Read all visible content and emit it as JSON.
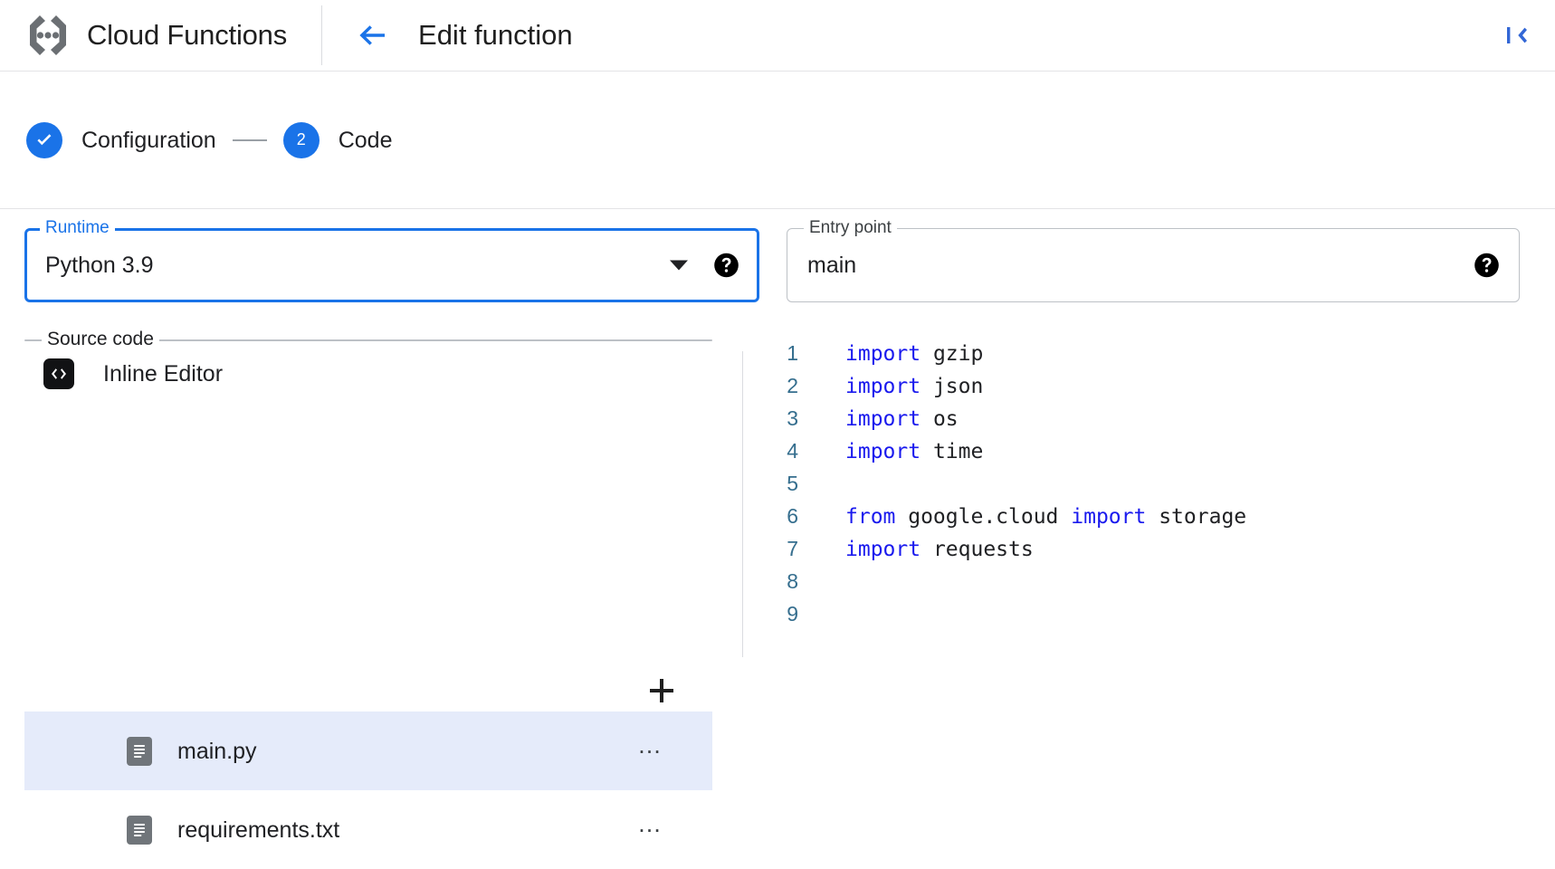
{
  "appbar": {
    "product_logo_icon": "cloud-functions-logo",
    "product_title": "Cloud Functions",
    "back_icon": "arrow-left-icon",
    "page_title": "Edit function",
    "collapse_icon": "collapse-panel-icon",
    "accent_color": "#1a73e8"
  },
  "stepper": {
    "steps": [
      {
        "marker": "✓",
        "label": "Configuration",
        "state": "complete",
        "icon": "check-icon"
      },
      {
        "marker": "2",
        "label": "Code",
        "state": "active",
        "icon": "step-number"
      }
    ],
    "connector": "—",
    "active_color": "#1a73e8"
  },
  "form": {
    "runtime": {
      "legend": "Runtime",
      "value": "Python 3.9",
      "focused": true,
      "caret_icon": "chevron-down-icon",
      "help_icon": "help-icon",
      "border_color": "#1a73e8"
    },
    "entry_point": {
      "legend": "Entry point",
      "value": "main",
      "focused": false,
      "help_icon": "help-icon",
      "border_color": "#bdc1c6"
    },
    "source_code": {
      "legend": "Source code",
      "value": "Inline Editor",
      "source_icon": "code-brackets-icon",
      "caret_icon": "chevron-down-icon"
    }
  },
  "files": {
    "add_icon": "plus-icon",
    "add_label": "+",
    "more_label": "…",
    "items": [
      {
        "name": "main.py",
        "icon": "file-document-icon",
        "selected": true,
        "more_icon": "more-horiz-icon"
      },
      {
        "name": "requirements.txt",
        "icon": "file-document-icon",
        "selected": false,
        "more_icon": "more-horiz-icon"
      }
    ],
    "selected_bg": "#e5ebfa"
  },
  "editor": {
    "filename": "main.py",
    "language": "python",
    "keyword_color": "#1a1aee",
    "lineno_color": "#356e8e",
    "lines": [
      {
        "n": "1",
        "tokens": [
          {
            "t": "import",
            "k": true
          },
          {
            "t": " gzip",
            "k": false
          }
        ]
      },
      {
        "n": "2",
        "tokens": [
          {
            "t": "import",
            "k": true
          },
          {
            "t": " json",
            "k": false
          }
        ]
      },
      {
        "n": "3",
        "tokens": [
          {
            "t": "import",
            "k": true
          },
          {
            "t": " os",
            "k": false
          }
        ]
      },
      {
        "n": "4",
        "tokens": [
          {
            "t": "import",
            "k": true
          },
          {
            "t": " time",
            "k": false
          }
        ]
      },
      {
        "n": "5",
        "tokens": []
      },
      {
        "n": "6",
        "tokens": [
          {
            "t": "from",
            "k": true
          },
          {
            "t": " google.cloud ",
            "k": false
          },
          {
            "t": "import",
            "k": true
          },
          {
            "t": " storage",
            "k": false
          }
        ]
      },
      {
        "n": "7",
        "tokens": [
          {
            "t": "import",
            "k": true
          },
          {
            "t": " requests",
            "k": false
          }
        ]
      },
      {
        "n": "8",
        "tokens": []
      },
      {
        "n": "9",
        "tokens": []
      }
    ]
  }
}
